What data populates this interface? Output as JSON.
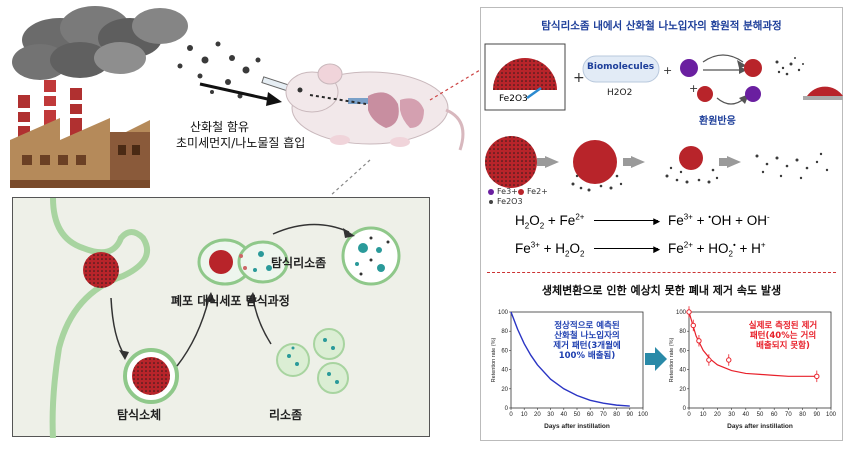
{
  "top_left": {
    "inhalation_label_line1": "산화철 함유",
    "inhalation_label_line2": "초미세먼지/나노물질 흡입"
  },
  "left_panel": {
    "phagocytosis_title": "폐포 대식세포 탐식과정",
    "phagosome": "탐식소체",
    "phagolysosome": "탐식리소좀",
    "lysosome": "리소좀"
  },
  "right_panel": {
    "title": "탐식리소좀 내에서 산화철 나노입자의 환원적 분해과정",
    "fe2o3_label": "Fe2O3",
    "biomolecules": "Biomolecules",
    "h2o2": "H2O2",
    "reduction_reaction": "환원반응",
    "legend": [
      "Fe3+",
      "Fe2+",
      "Fe2O3"
    ],
    "equation1": {
      "left_a": "H",
      "left_a_sub": "2",
      "left_b": "O",
      "left_b_sub": "2",
      "left_plus": " + Fe",
      "left_sup": "2+",
      "right": "Fe",
      "right_sup1": "3+",
      "right_mid": " + ",
      "right_sup2": "•",
      "right_oh": "OH  + OH",
      "right_sup3": "-"
    },
    "equation2": {
      "left": "Fe",
      "left_sup": "3+",
      "left_plus": " + H",
      "left_sub1": "2",
      "left_o": "O",
      "left_sub2": "2",
      "right": "Fe",
      "right_sup1": "2+",
      "right_mid": " + HO",
      "right_sub": "2",
      "right_sup2": "•",
      "right_end": " + H",
      "right_sup3": "+"
    },
    "bottom_title": "생체변환으로 인한 예상치 못한 폐내 제거 속도 발생"
  },
  "chart_data": [
    {
      "type": "line",
      "annotation_lines": [
        "정상적으로 예측된",
        "산화철 나노입자의",
        "제거 패턴(3개월에",
        "100% 배출됨)"
      ],
      "xlabel": "Days after instillation",
      "ylabel": "Retention rate (%)",
      "xlim": [
        0,
        100
      ],
      "ylim": [
        0,
        100
      ],
      "xticks": [
        0,
        10,
        20,
        30,
        40,
        50,
        60,
        70,
        80,
        90,
        100
      ],
      "yticks": [
        0,
        20,
        40,
        60,
        80,
        100
      ],
      "series": [
        {
          "color": "#2b35c4",
          "x": [
            0,
            5,
            10,
            15,
            20,
            30,
            40,
            50,
            60,
            70,
            80,
            90
          ],
          "y": [
            100,
            82,
            67,
            55,
            45,
            30,
            20,
            13,
            8,
            5,
            3,
            2
          ]
        }
      ]
    },
    {
      "type": "scatter",
      "annotation_lines": [
        "실제로 측정된 제거",
        "패턴(40%는 거의",
        "배출되지 못함)"
      ],
      "xlabel": "Days after instillation",
      "ylabel": "Retention rate (%)",
      "xlim": [
        0,
        100
      ],
      "ylim": [
        0,
        100
      ],
      "xticks": [
        0,
        10,
        20,
        30,
        40,
        50,
        60,
        70,
        80,
        90,
        100
      ],
      "yticks": [
        0,
        20,
        40,
        60,
        80,
        100
      ],
      "series": [
        {
          "color": "#e8202a",
          "points_x": [
            0,
            3,
            7,
            14,
            28,
            90
          ],
          "points_y": [
            100,
            86,
            70,
            50,
            50,
            33
          ],
          "fit_x": [
            0,
            5,
            10,
            15,
            20,
            30,
            40,
            50,
            60,
            70,
            80,
            90
          ],
          "fit_y": [
            100,
            75,
            60,
            51,
            45,
            39,
            36,
            35,
            34,
            33,
            33,
            33
          ]
        }
      ]
    }
  ],
  "colors": {
    "particle_red": "#b8242a",
    "title_blue": "#1e3f9a",
    "accent_red": "#e8202a",
    "arrow_gray": "#8a8a8a",
    "teal": "#2a9a9a"
  }
}
